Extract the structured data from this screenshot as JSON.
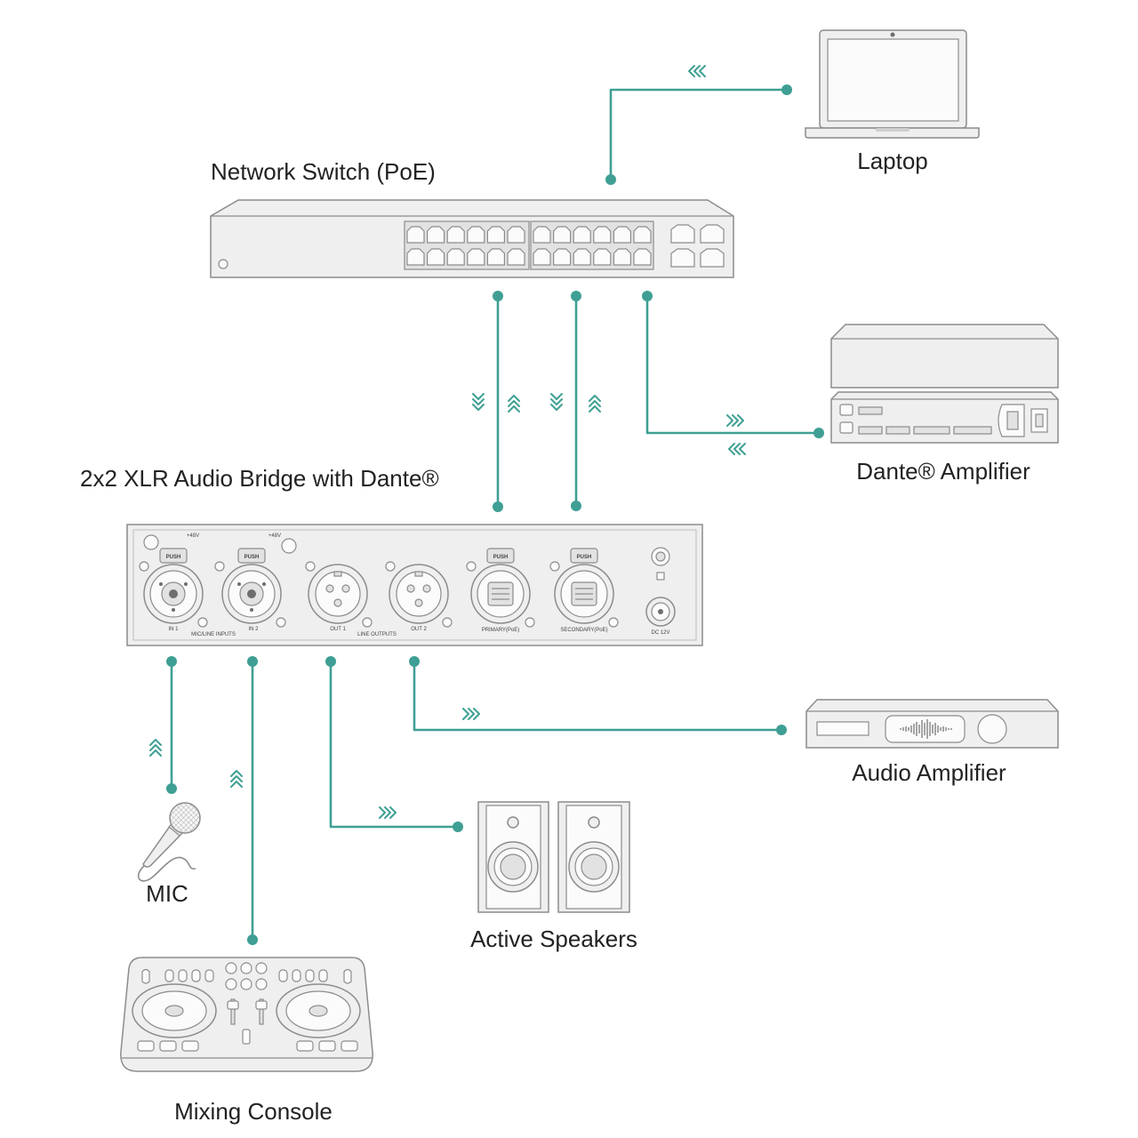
{
  "colors": {
    "connection": "#3f9f94",
    "outline": "#8c8c8c",
    "fill": "#efefef",
    "text": "#222222"
  },
  "labels": {
    "laptop": "Laptop",
    "network_switch": "Network Switch (PoE)",
    "dante_amplifier": "Dante® Amplifier",
    "audio_bridge": "2x2 XLR Audio Bridge with Dante®",
    "audio_amplifier": "Audio Amplifier",
    "mic": "MIC",
    "active_speakers": "Active Speakers",
    "mixing_console": "Mixing Console"
  },
  "audio_bridge_panel": {
    "phantom_power": "+48V",
    "push": "PUSH",
    "in_1": "IN 1",
    "in_2": "IN 2",
    "inputs_group": "MIC/LINE INPUTS",
    "out_1": "OUT 1",
    "out_2": "OUT 2",
    "outputs_group": "LINE OUTPUTS",
    "primary": "PRIMARY(PoE)",
    "secondary": "SECONDARY(PoE)",
    "dc_input": "DC 12V"
  },
  "icons": {
    "laptop": "laptop-icon",
    "network_switch": "network-switch-icon",
    "dante_amplifier": "dante-amplifier-icon",
    "audio_bridge": "audio-bridge-icon",
    "audio_amplifier": "audio-amplifier-icon",
    "mic": "microphone-icon",
    "active_speakers": "speakers-icon",
    "mixing_console": "mixing-console-icon"
  }
}
